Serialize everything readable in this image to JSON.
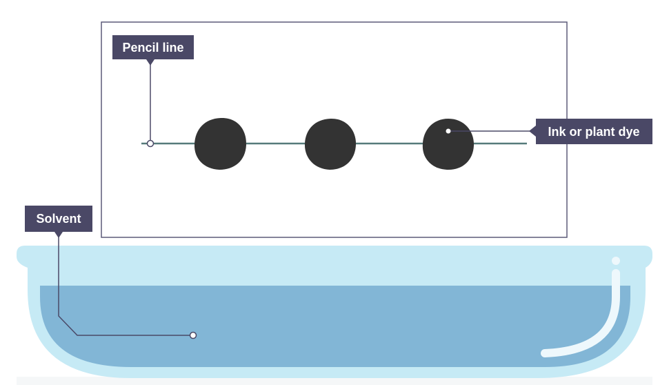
{
  "labels": {
    "pencil_line": "Pencil line",
    "ink_dye": "Ink or plant dye",
    "solvent": "Solvent"
  },
  "colors": {
    "label_bg": "#4a4866",
    "label_text": "#ffffff",
    "paper_border": "#5c5a78",
    "pencil_line": "#557a7a",
    "ink_spot": "#333333",
    "dish_outer": "#c6eaf5",
    "solvent_liquid": "#82b6d6",
    "leader_line": "#4a4866",
    "shine": "#eef8fc",
    "floor": "#f5f7f8"
  }
}
